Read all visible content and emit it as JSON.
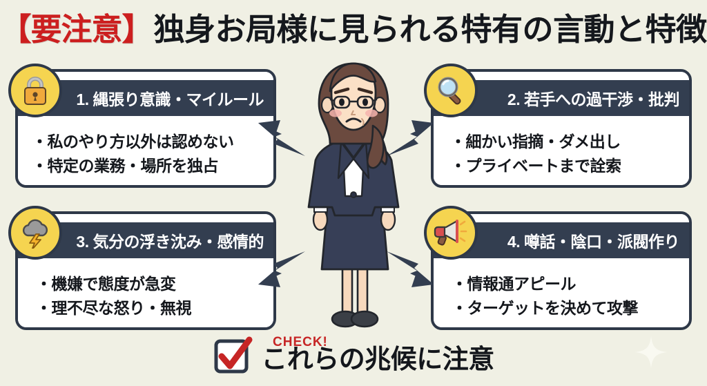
{
  "title": {
    "alert": "【要注意】",
    "main": "独身お局様に見られる特有の言動と特徴",
    "alert_color": "#cc1f1f",
    "main_color": "#15181d"
  },
  "theme": {
    "background": "#f0f0e4",
    "card_border": "#2e3848",
    "card_header": "#333e50",
    "card_body": "#ffffff",
    "badge_yellow": "#f5d450",
    "accent_red": "#c62525",
    "arrow": "#333e50"
  },
  "cards": [
    {
      "number": "1.",
      "heading": "1. 縄張り意識・マイルール",
      "icon": "lock-icon",
      "bullets": [
        "・私のやり方以外は認めない",
        "・特定の業務・場所を独占"
      ]
    },
    {
      "number": "2.",
      "heading": "2. 若手への過干渉・批判",
      "icon": "magnifier-icon",
      "bullets": [
        "・細かい指摘・ダメ出し",
        "・プライベートまで詮索"
      ]
    },
    {
      "number": "3.",
      "heading": "3. 気分の浮き沈み・感情的",
      "icon": "storm-cloud-icon",
      "bullets": [
        "・機嫌で態度が急変",
        "・理不尽な怒り・無視"
      ]
    },
    {
      "number": "4.",
      "heading": "4. 噂話・陰口・派閥作り",
      "icon": "megaphone-icon",
      "bullets": [
        "・情報通アピール",
        "・ターゲットを決めて攻撃"
      ]
    }
  ],
  "figure": {
    "description": "office-woman-illustration",
    "hair_color": "#6b4a3f",
    "skin_color": "#f7d9bd",
    "suit_color": "#373f57",
    "shirt_color": "#ffffff"
  },
  "footer": {
    "check_label": "CHECK!",
    "text": "これらの兆候に注意",
    "checkmark_color": "#c62525"
  }
}
